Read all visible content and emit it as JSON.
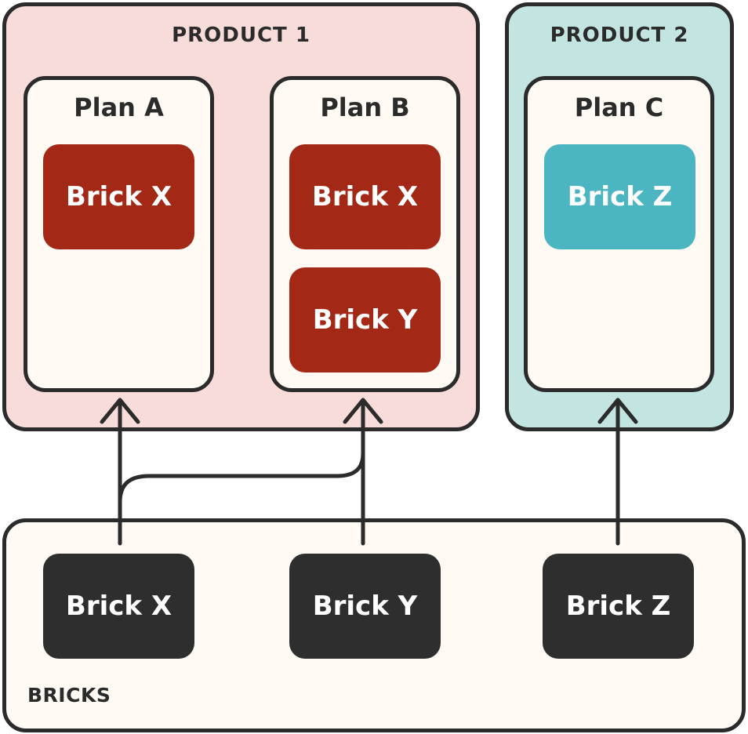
{
  "products": [
    {
      "title": "PRODUCT 1",
      "plans": [
        {
          "title": "Plan A",
          "bricks": [
            "Brick X"
          ]
        },
        {
          "title": "Plan B",
          "bricks": [
            "Brick X",
            "Brick Y"
          ]
        }
      ]
    },
    {
      "title": "PRODUCT 2",
      "plans": [
        {
          "title": "Plan C",
          "bricks": [
            "Brick Z"
          ]
        }
      ]
    }
  ],
  "bricks_section": {
    "label": "BRICKS",
    "items": [
      "Brick X",
      "Brick Y",
      "Brick Z"
    ]
  },
  "colors": {
    "product1_bg": "#f7dcda",
    "product2_bg": "#c2e5e2",
    "plan_bg": "#fffaf3",
    "brick_red": "#a32816",
    "brick_teal": "#4bb6c1",
    "brick_dark": "#2e2e2e",
    "outline": "#2b2b2b"
  }
}
